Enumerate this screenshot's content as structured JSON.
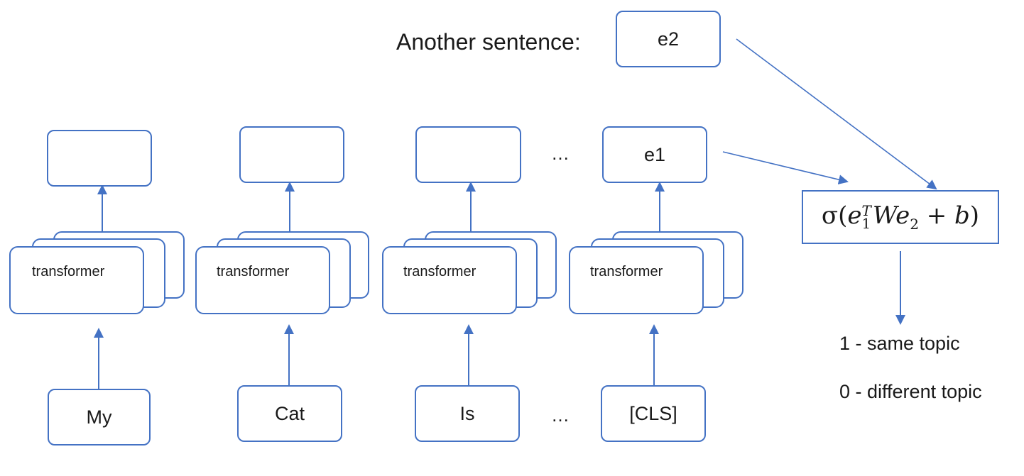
{
  "colors": {
    "stroke": "#4472c4",
    "text": "#1a1a1a",
    "background": "#ffffff"
  },
  "tokens": [
    {
      "word": "My",
      "encoder_label": "transformer",
      "output": ""
    },
    {
      "word": "Cat",
      "encoder_label": "transformer",
      "output": ""
    },
    {
      "word": "Is",
      "encoder_label": "transformer",
      "output": ""
    },
    {
      "word": "[CLS]",
      "encoder_label": "transformer",
      "output": "e1"
    }
  ],
  "ellipsis": "…",
  "another_sentence": {
    "label": "Another sentence:",
    "embedding": "e2"
  },
  "formula": {
    "sigma": "σ(",
    "e": "e",
    "sup": "T",
    "sub1": "1",
    "w": "W",
    "sub2": "2",
    "plus": " + ",
    "b": "b",
    "close": ")"
  },
  "outcomes": [
    "1 - same topic",
    "0 - different topic"
  ]
}
